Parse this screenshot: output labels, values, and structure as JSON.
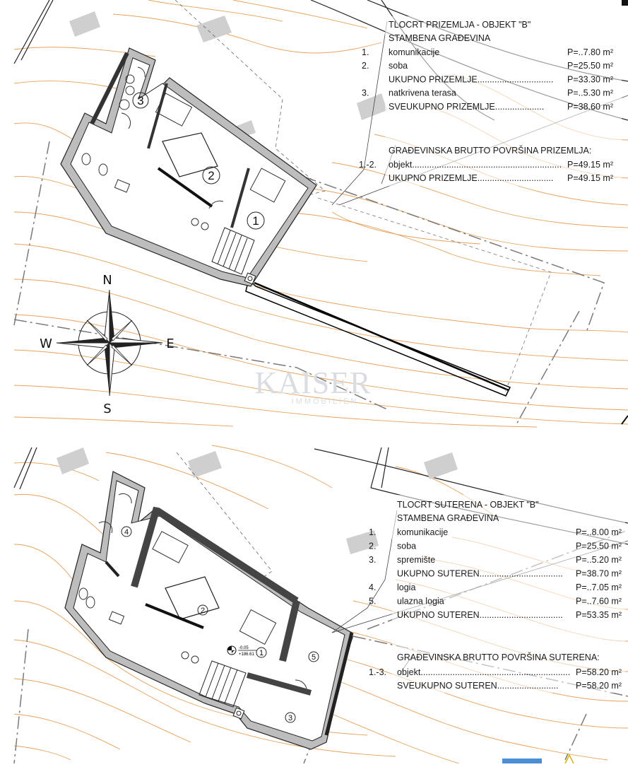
{
  "watermark": {
    "brand": "KAISER",
    "sub": "IMMOBILIEN"
  },
  "compass": {
    "n": "N",
    "s": "S",
    "e": "E",
    "w": "W"
  },
  "ground_floor": {
    "title": "TLOCRT PRIZEMLJA - OBJEKT \"B\"",
    "subtitle": "STAMBENA GRAĐEVINA",
    "rows": [
      {
        "num": "1.",
        "label": "komunikacije",
        "value": "P=..7.80 m²"
      },
      {
        "num": "2.",
        "label": "soba",
        "value": "P=25.50 m²"
      },
      {
        "num": "",
        "label": "UKUPNO PRIZEMLJE...............................",
        "value": "P=33.30 m²"
      },
      {
        "num": "3.",
        "label": "natkrivena terasa",
        "value": "P=..5.30 m²"
      },
      {
        "num": "",
        "label": "SVEUKUPNO PRIZEMLJE....................",
        "value": "P=38.60 m²"
      }
    ],
    "gross_title": "GRAĐEVINSKA BRUTTO POVRŠINA PRIZEMLJA:",
    "gross_rows": [
      {
        "num": "1.-2.",
        "label": "objekt.............................................................",
        "value": "P=49.15 m²"
      },
      {
        "num": "",
        "label": "UKUPNO PRIZEMLJE...............................",
        "value": "P=49.15 m²"
      }
    ],
    "room_labels": [
      "3",
      "2",
      "1"
    ]
  },
  "basement": {
    "title": "TLOCRT SUTERENA - OBJEKT \"B\"",
    "subtitle": "STAMBENA GRAĐEVINA",
    "rows": [
      {
        "num": "1.",
        "label": "komunikacije",
        "value": "P=..8.00 m²"
      },
      {
        "num": "2.",
        "label": "soba",
        "value": "P=25.50 m²"
      },
      {
        "num": "3.",
        "label": "spremište",
        "value": "P=..5.20 m²"
      },
      {
        "num": "",
        "label": "UKUPNO SUTEREN..................................",
        "value": "P=38.70 m²"
      },
      {
        "num": "4.",
        "label": "logia",
        "value": "P=..7.05 m²"
      },
      {
        "num": "5.",
        "label": "ulazna logia",
        "value": "P=..7.60 m²"
      },
      {
        "num": "",
        "label": "UKUPNO SUTEREN..................................",
        "value": "P=53.35 m²"
      }
    ],
    "gross_title": "GRAĐEVINSKA BRUTTO POVRŠINA SUTERENA:",
    "gross_rows": [
      {
        "num": "1.-3.",
        "label": "objekt.............................................................",
        "value": "P=58.20 m²"
      },
      {
        "num": "",
        "label": "SVEUKUPNO SUTEREN.........................",
        "value": "P=58.20 m²"
      }
    ],
    "room_labels": [
      "4",
      "2",
      "1",
      "5",
      "3"
    ],
    "level_mark": {
      "top": "-0.05",
      "bottom": "+186.61"
    }
  }
}
